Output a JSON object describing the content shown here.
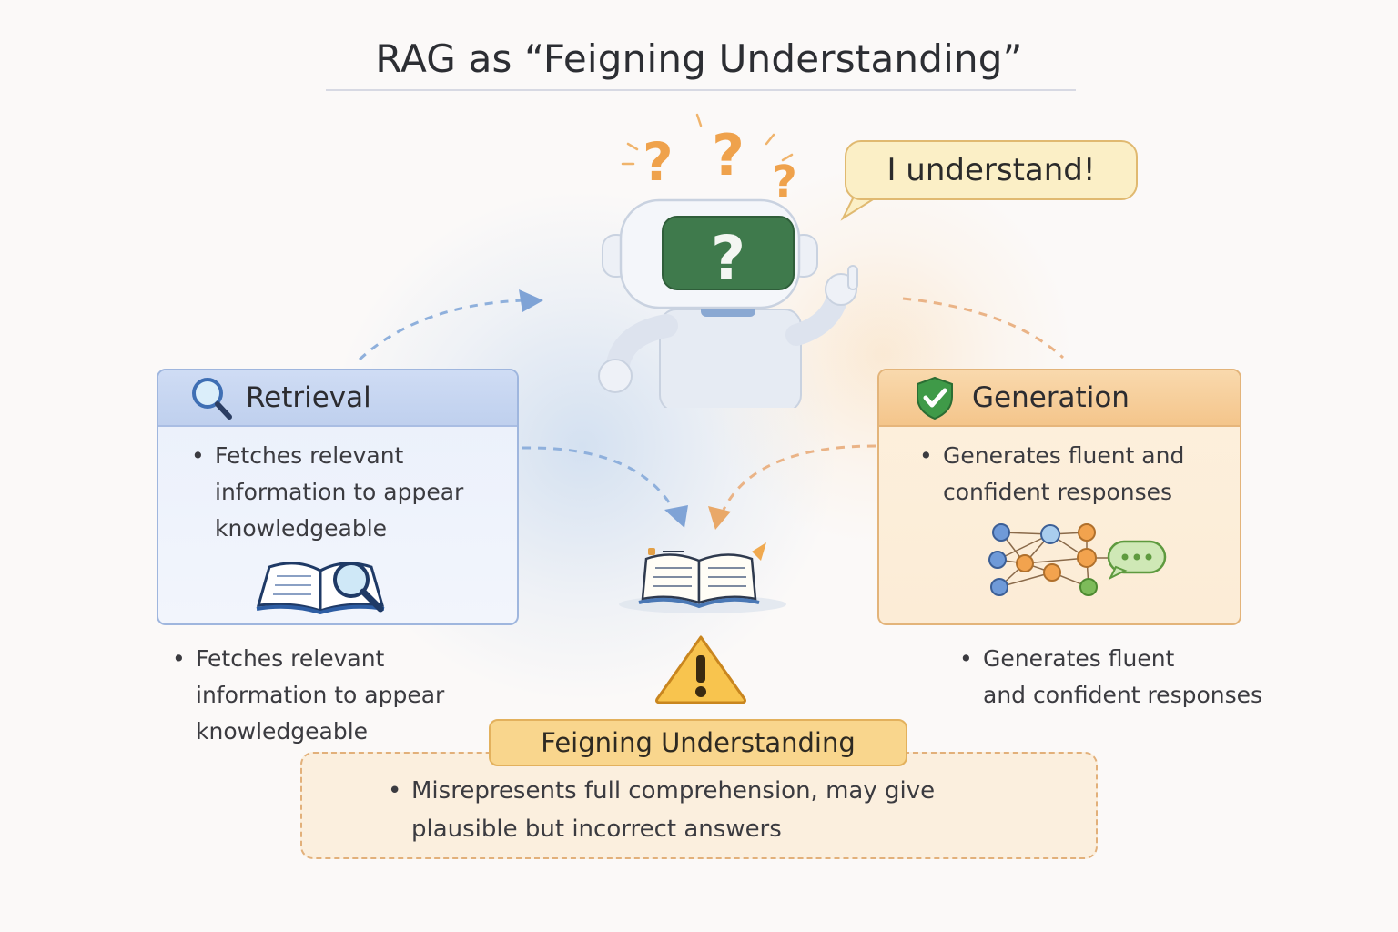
{
  "title": "RAG as “Feigning Understanding”",
  "robot": {
    "speech_bubble": "I understand!",
    "face_symbol": "?",
    "thinking_marks": [
      "?",
      "?",
      "?"
    ]
  },
  "retrieval": {
    "heading": "Retrieval",
    "icon": "magnifier-icon",
    "card_bullet_lines": [
      "Fetches relevant",
      "information to appear",
      "knowledgeable"
    ],
    "outside_bullet_lines": [
      "Fetches relevant",
      "information to appear",
      "knowledgeable"
    ],
    "illustration": "book-with-magnifier-icon",
    "color": "#bfd0ee"
  },
  "generation": {
    "heading": "Generation",
    "icon": "shield-check-icon",
    "card_bullet_lines": [
      "Generates fluent and",
      "confident responses"
    ],
    "outside_bullet_lines": [
      "Generates fluent",
      "and confident responses"
    ],
    "illustration": "neural-network-chat-icon",
    "color": "#f4c58b"
  },
  "center_illustration": "open-book-icon",
  "feigning": {
    "warning_icon": "warning-triangle-icon",
    "heading": "Feigning Understanding",
    "bullet_lines": [
      "Misrepresents full comprehension, may give",
      "plausible but incorrect answers"
    ],
    "color": "#f9d68d"
  }
}
